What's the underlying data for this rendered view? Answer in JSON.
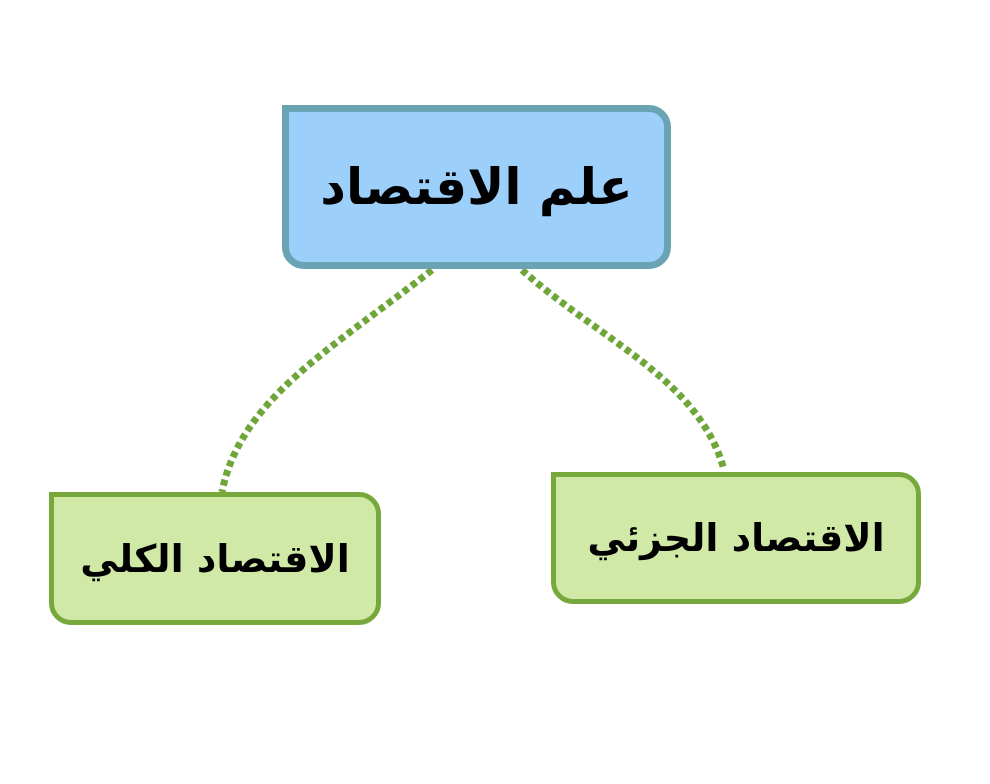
{
  "root": {
    "label": "علم الاقتصاد"
  },
  "children": [
    {
      "label": "الاقتصاد الكلي"
    },
    {
      "label": "الاقتصاد الجزئي"
    }
  ],
  "colors": {
    "root_fill": "#9dcffb",
    "root_border": "#6aa3b4",
    "child_fill": "#d1e9a7",
    "child_border": "#76a83c",
    "connector": "#6fa63a"
  }
}
